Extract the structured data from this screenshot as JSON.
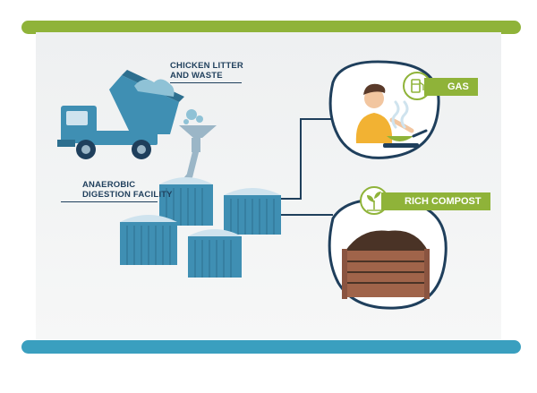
{
  "labels": {
    "chicken_litter": [
      "CHICKEN LITTER",
      "AND WASTE"
    ],
    "digestion": [
      "ANAEROBIC",
      "DIGESTION FACILITY"
    ],
    "gas": "GAS",
    "compost": "RICH COMPOST"
  },
  "colors": {
    "green": "#8fb339",
    "teal": "#3a9fbf",
    "navy": "#1f3f5c",
    "tank": "#3f8fb3",
    "tank_light": "#cfe3ee",
    "soil": "#4a3326",
    "crate": "#a0644a"
  },
  "icons": [
    "dump-truck-icon",
    "funnel-icon",
    "digester-tank-icon",
    "gas-pump-icon",
    "sprout-icon",
    "person-cooking-icon",
    "compost-crate-icon"
  ]
}
